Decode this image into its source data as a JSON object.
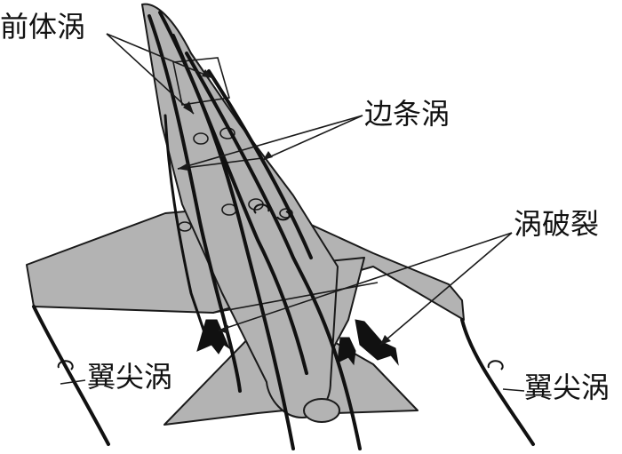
{
  "labels": {
    "forebody_vortex": "前体涡",
    "strake_vortex": "边条涡",
    "vortex_breakdown": "涡破裂",
    "wingtip_vortex_left": "翼尖涡",
    "wingtip_vortex_right": "翼尖涡"
  },
  "colors": {
    "aircraft_fill": "#b3b3b3",
    "outline": "#1a1a1a",
    "vortex_line": "#111111",
    "background": "#ffffff"
  }
}
